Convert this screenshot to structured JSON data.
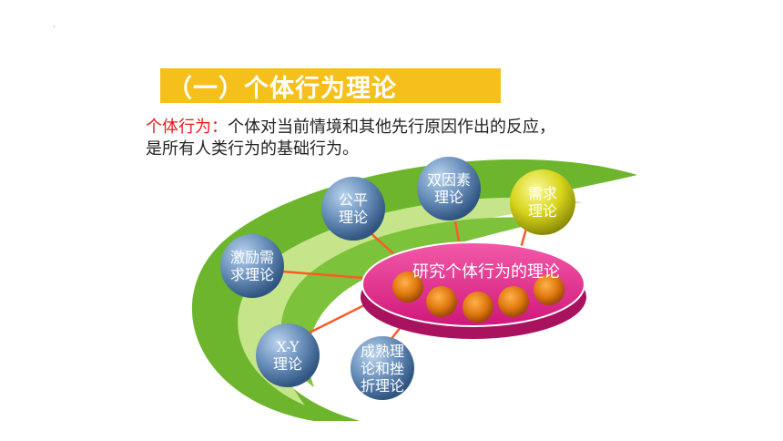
{
  "title": "（一）个体行为理论",
  "definition": {
    "term": "个体行为：",
    "text_line1": "个体对当前情境和其他先行原因作出的反应，",
    "text_line2": "是所有人类行为的基础行为。"
  },
  "center": {
    "label": "研究个体行为的理论"
  },
  "nodes": [
    {
      "label": "激励需\n求理论"
    },
    {
      "label": "公平\n理论"
    },
    {
      "label": "双因素\n理论"
    },
    {
      "label": "需求\n理论"
    },
    {
      "label": "X-Y\n理论"
    },
    {
      "label": "成熟理\n论和挫\n折理论"
    }
  ],
  "colors": {
    "title_bg": "#f6c01c",
    "arc_outer": "#6cb52c",
    "arc_light": "#c6e58a",
    "center_ellipse": "#e8238a",
    "node_blue": "#5c82ad",
    "node_yellow": "#d6d41a",
    "orange_ball": "#e8801a",
    "connector": "#ff5a28"
  }
}
